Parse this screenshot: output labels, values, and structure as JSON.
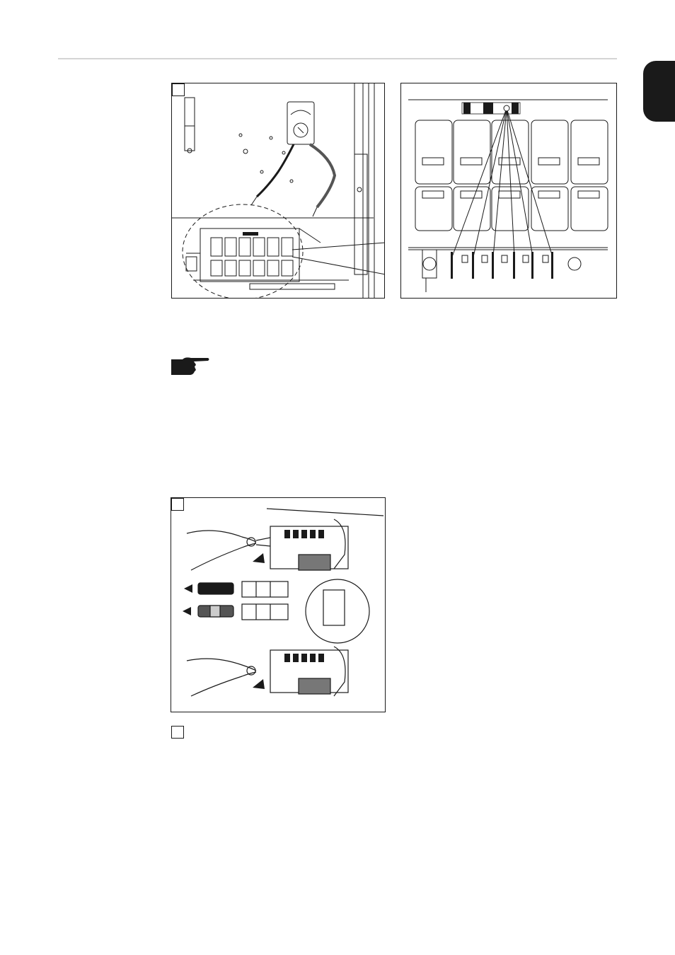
{
  "page": {
    "section_tab": "language-section-tab",
    "colors": {
      "ink": "#1a1a1a",
      "rule": "#d4d4d4",
      "tab": "#1a1a1a",
      "paper": "#ffffff"
    }
  },
  "figures": [
    {
      "id": "fig-multimeter-overview",
      "step_box": true
    },
    {
      "id": "fig-fuse-holder-detail",
      "step_box": false
    },
    {
      "id": "fig-fuse-replacement",
      "step_box": true
    }
  ],
  "note": {
    "icon": "pointing-hand-icon"
  },
  "step_checkbox": {
    "icon": "checkbox-icon"
  }
}
